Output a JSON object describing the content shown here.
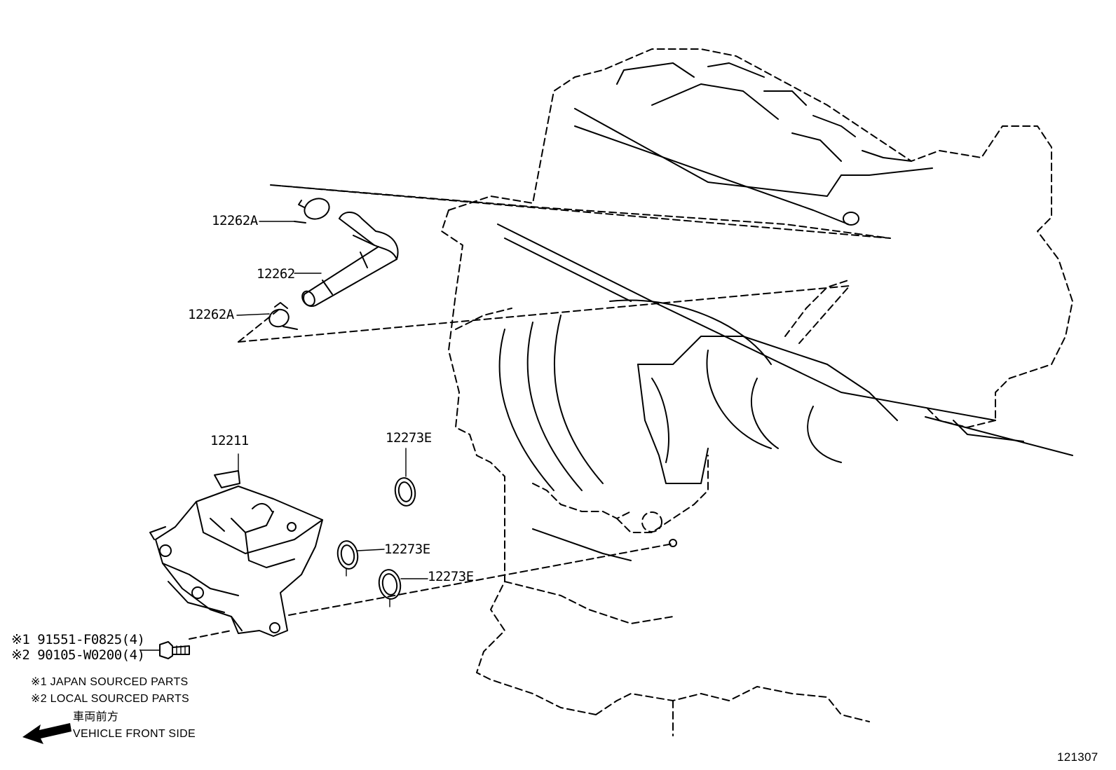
{
  "parts": {
    "clamp_upper": "12262A",
    "hose": "12262",
    "clamp_lower": "12262A",
    "oil_separator": "12211",
    "gasket_top": "12273E",
    "gasket_mid": "12273E",
    "gasket_right": "12273E",
    "bolt_japan": "※1 91551-F0825(4)",
    "bolt_local": "※2 90105-W0200(4)"
  },
  "notes": {
    "japan": "※1 JAPAN SOURCED PARTS",
    "local": "※2 LOCAL SOURCED PARTS"
  },
  "direction": {
    "label_jp": "車両前方",
    "label_en": "VEHICLE FRONT SIDE",
    "icon": "left-arrow-icon"
  },
  "diagram_id": "121307"
}
